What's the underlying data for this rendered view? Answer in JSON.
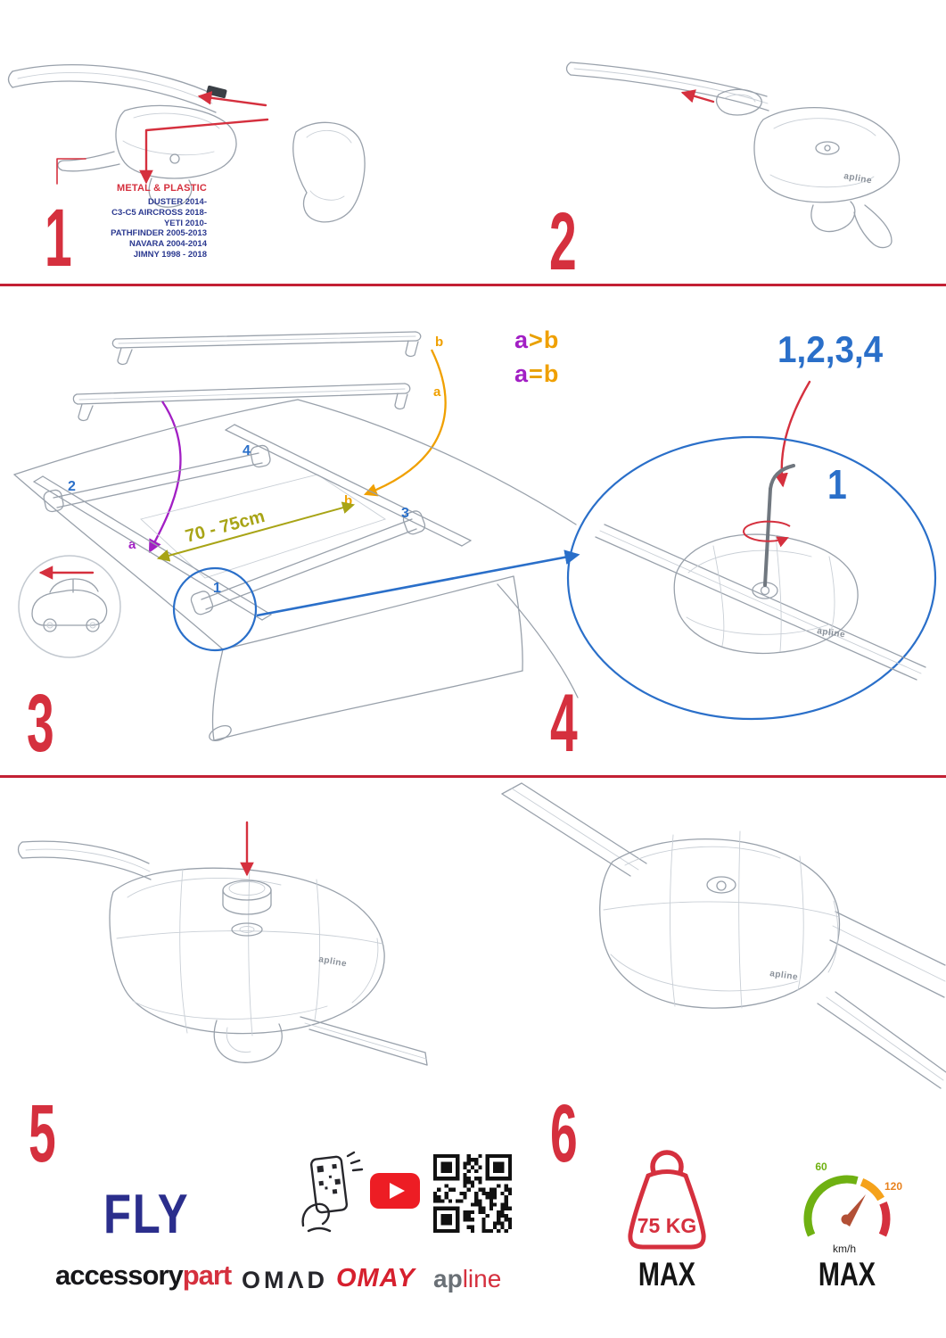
{
  "steps": {
    "s1": {
      "num": "1",
      "material_label": "METAL & PLASTIC",
      "models": [
        "DUSTER 2014-",
        "C3-C5 AIRCROSS 2018-",
        "YETI 2010-",
        "PATHFINDER 2005-2013",
        "NAVARA 2004-2014",
        "JIMNY 1998 - 2018"
      ]
    },
    "s2": {
      "num": "2"
    },
    "s3": {
      "num": "3",
      "bar_label_top": "b",
      "bar_label_bottom": "a",
      "roof_label_a": "a",
      "roof_label_b": "b",
      "pos1": "1",
      "pos2": "2",
      "pos3": "3",
      "pos4": "4",
      "span_label": "70 - 75cm",
      "cmp1": {
        "a": "a",
        "op": ">",
        "b": "b"
      },
      "cmp2": {
        "a": "a",
        "op": "=",
        "b": "b"
      }
    },
    "s4": {
      "num": "4",
      "order": "1,2,3,4",
      "first": "1"
    },
    "s5": {
      "num": "5"
    },
    "s6": {
      "num": "6"
    }
  },
  "brand": {
    "product": "FLY",
    "accessory": "accessory",
    "part": "part",
    "omad": "OMΛD",
    "omay": "OMAY",
    "apline_ap": "ap",
    "apline_line": "line",
    "foot_logo": "apline"
  },
  "limits": {
    "weight": "75 KG",
    "weight_max": "MAX",
    "speed_low": "60",
    "speed_high": "120",
    "speed_unit": "km/h",
    "speed_max": "MAX"
  },
  "colors": {
    "red": "#d5303e",
    "blue": "#2a6fc9",
    "purple": "#a21fc4",
    "orange": "#f0a000",
    "olive": "#a8a416",
    "navy": "#2b2e8c"
  }
}
